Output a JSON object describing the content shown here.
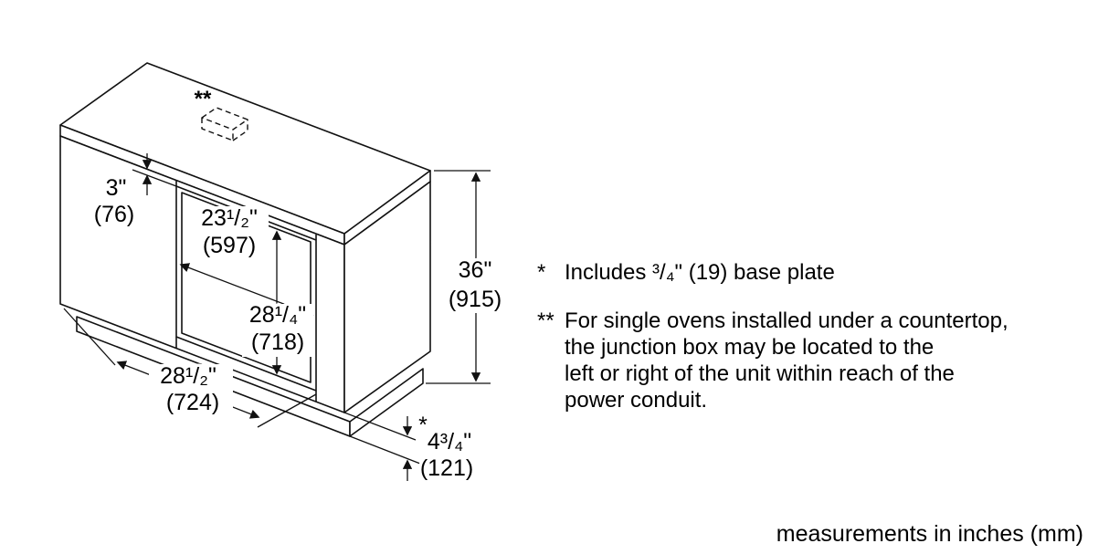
{
  "diagram": {
    "junction_box_marker": "**",
    "dims": {
      "d3": {
        "in": "3\"",
        "mm": "(76)"
      },
      "d23": {
        "in": "23¹/₂\"",
        "mm": "(597)"
      },
      "d28q": {
        "in": "28¹/₄\"",
        "mm": "(718)"
      },
      "d28h": {
        "in": "28¹/₂\"",
        "mm": "(724)"
      },
      "d36": {
        "in": "36\"",
        "mm": "(915)"
      },
      "d4": {
        "star": "*",
        "in": "4³/₄\"",
        "mm": "(121)"
      }
    }
  },
  "notes": {
    "note1": {
      "marker": "*",
      "text": "Includes ³/₄\" (19) base plate"
    },
    "note2": {
      "marker": "**",
      "lines": [
        "For single ovens installed under a countertop,",
        "the junction box may be located to the",
        "left or right of the unit within reach of the",
        "power conduit."
      ]
    }
  },
  "footer": {
    "text": "measurements in inches (mm)"
  }
}
